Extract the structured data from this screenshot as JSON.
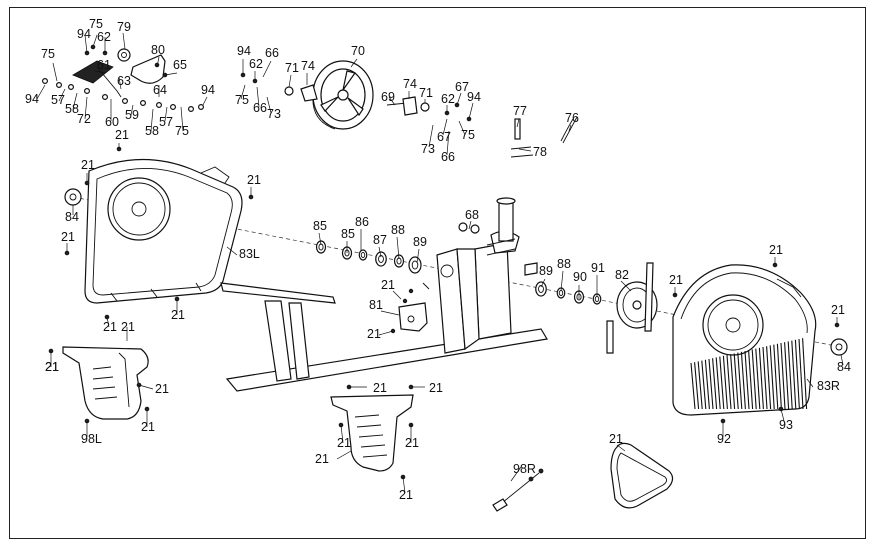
{
  "diagram": {
    "labels": [
      {
        "id": "l1",
        "text": "75"
      },
      {
        "id": "l2",
        "text": "94"
      },
      {
        "id": "l3",
        "text": "62"
      },
      {
        "id": "l4",
        "text": "79"
      },
      {
        "id": "l5",
        "text": "80"
      },
      {
        "id": "l6",
        "text": "75"
      },
      {
        "id": "l7",
        "text": "61"
      },
      {
        "id": "l8",
        "text": "65"
      },
      {
        "id": "l9",
        "text": "63"
      },
      {
        "id": "l10",
        "text": "64"
      },
      {
        "id": "l11",
        "text": "94"
      },
      {
        "id": "l12",
        "text": "57"
      },
      {
        "id": "l13",
        "text": "58"
      },
      {
        "id": "l14",
        "text": "72"
      },
      {
        "id": "l15",
        "text": "60"
      },
      {
        "id": "l16",
        "text": "59"
      },
      {
        "id": "l17",
        "text": "58"
      },
      {
        "id": "l18",
        "text": "57"
      },
      {
        "id": "l19",
        "text": "75"
      },
      {
        "id": "l20",
        "text": "94"
      },
      {
        "id": "l21",
        "text": "21"
      },
      {
        "id": "l22",
        "text": "94"
      },
      {
        "id": "l23",
        "text": "66"
      },
      {
        "id": "l24",
        "text": "62"
      },
      {
        "id": "l25",
        "text": "71"
      },
      {
        "id": "l26",
        "text": "74"
      },
      {
        "id": "l27",
        "text": "75"
      },
      {
        "id": "l28",
        "text": "66"
      },
      {
        "id": "l29",
        "text": "73"
      },
      {
        "id": "l30",
        "text": "70"
      },
      {
        "id": "l31",
        "text": "69"
      },
      {
        "id": "l32",
        "text": "74"
      },
      {
        "id": "l33",
        "text": "71"
      },
      {
        "id": "l34",
        "text": "67"
      },
      {
        "id": "l35",
        "text": "62"
      },
      {
        "id": "l36",
        "text": "94"
      },
      {
        "id": "l37",
        "text": "67"
      },
      {
        "id": "l38",
        "text": "75"
      },
      {
        "id": "l39",
        "text": "73"
      },
      {
        "id": "l40",
        "text": "66"
      },
      {
        "id": "l41",
        "text": "77"
      },
      {
        "id": "l42",
        "text": "76"
      },
      {
        "id": "l43",
        "text": "78"
      },
      {
        "id": "l44",
        "text": "21"
      },
      {
        "id": "l45",
        "text": "21"
      },
      {
        "id": "l46",
        "text": "84"
      },
      {
        "id": "l47",
        "text": "21"
      },
      {
        "id": "l48",
        "text": "83L"
      },
      {
        "id": "l49",
        "text": "85"
      },
      {
        "id": "l50",
        "text": "85"
      },
      {
        "id": "l51",
        "text": "86"
      },
      {
        "id": "l52",
        "text": "87"
      },
      {
        "id": "l53",
        "text": "88"
      },
      {
        "id": "l54",
        "text": "89"
      },
      {
        "id": "l55",
        "text": "68"
      },
      {
        "id": "l56",
        "text": "21"
      },
      {
        "id": "l57",
        "text": "81"
      },
      {
        "id": "l58",
        "text": "21"
      },
      {
        "id": "l59",
        "text": "89"
      },
      {
        "id": "l60",
        "text": "88"
      },
      {
        "id": "l61",
        "text": "90"
      },
      {
        "id": "l62",
        "text": "91"
      },
      {
        "id": "l63",
        "text": "82"
      },
      {
        "id": "l64",
        "text": "21"
      },
      {
        "id": "l65",
        "text": "21"
      },
      {
        "id": "l66",
        "text": "21"
      },
      {
        "id": "l67",
        "text": "84"
      },
      {
        "id": "l68",
        "text": "83R"
      },
      {
        "id": "l69",
        "text": "21"
      },
      {
        "id": "l70",
        "text": "21"
      },
      {
        "id": "l71",
        "text": "21"
      },
      {
        "id": "l72",
        "text": "21"
      },
      {
        "id": "l73",
        "text": "21"
      },
      {
        "id": "l74",
        "text": "98L"
      },
      {
        "id": "l75",
        "text": "21"
      },
      {
        "id": "l76",
        "text": "21"
      },
      {
        "id": "l77",
        "text": "21"
      },
      {
        "id": "l78",
        "text": "21"
      },
      {
        "id": "l79",
        "text": "21"
      },
      {
        "id": "l80",
        "text": "21"
      },
      {
        "id": "l81",
        "text": "21"
      },
      {
        "id": "l82",
        "text": "98R"
      },
      {
        "id": "l83",
        "text": "21"
      },
      {
        "id": "l84",
        "text": "92"
      },
      {
        "id": "l85",
        "text": "93"
      },
      {
        "id": "l86",
        "text": "21"
      }
    ]
  }
}
